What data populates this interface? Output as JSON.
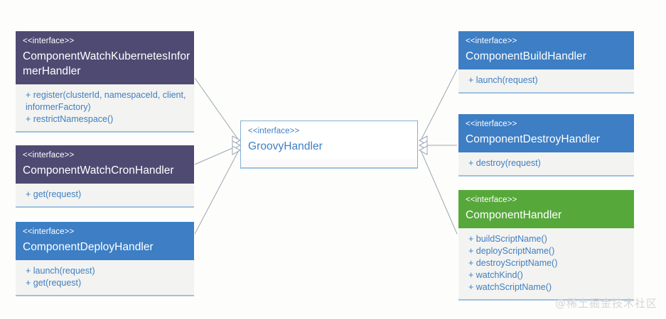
{
  "diagram": {
    "title": "GroovyHandler interface hierarchy",
    "background_color": "#fdfdfb",
    "edge_color": "#9aa6b4",
    "classes": [
      {
        "id": "component-watch-kubernetes-informer-handler",
        "stereotype": "<<interface>>",
        "name": "ComponentWatchKubernetesInfor merHandler",
        "header_color": "#4e4a72",
        "members": [
          "+ register(clusterId, namespaceId, client, informerFactory)",
          "+ restrictNamespace()"
        ]
      },
      {
        "id": "component-watch-cron-handler",
        "stereotype": "<<interface>>",
        "name": "ComponentWatchCronHandler",
        "header_color": "#4e4a72",
        "members": [
          "+ get(request)"
        ]
      },
      {
        "id": "component-deploy-handler",
        "stereotype": "<<interface>>",
        "name": "ComponentDeployHandler",
        "header_color": "#3d7ec4",
        "members": [
          "+ launch(request)",
          "+ get(request)"
        ]
      },
      {
        "id": "groovy-handler",
        "stereotype": "<<interface>>",
        "name": "GroovyHandler",
        "header_color": "#ffffff",
        "members": []
      },
      {
        "id": "component-build-handler",
        "stereotype": "<<interface>>",
        "name": "ComponentBuildHandler",
        "header_color": "#3d7ec4",
        "members": [
          "+ launch(request)"
        ]
      },
      {
        "id": "component-destroy-handler",
        "stereotype": "<<interface>>",
        "name": "ComponentDestroyHandler",
        "header_color": "#3d7ec4",
        "members": [
          "+ destroy(request)"
        ]
      },
      {
        "id": "component-handler",
        "stereotype": "<<interface>>",
        "name": "ComponentHandler",
        "header_color": "#56a83a",
        "members": [
          "+ buildScriptName()",
          "+ deployScriptName()",
          "+ destroyScriptName()",
          "+ watchKind()",
          "+ watchScriptName()"
        ]
      }
    ],
    "relations": [
      {
        "from": "component-watch-kubernetes-informer-handler",
        "to": "groovy-handler",
        "type": "generalization"
      },
      {
        "from": "component-watch-cron-handler",
        "to": "groovy-handler",
        "type": "generalization"
      },
      {
        "from": "component-deploy-handler",
        "to": "groovy-handler",
        "type": "generalization"
      },
      {
        "from": "component-build-handler",
        "to": "groovy-handler",
        "type": "generalization"
      },
      {
        "from": "component-destroy-handler",
        "to": "groovy-handler",
        "type": "generalization"
      },
      {
        "from": "component-handler",
        "to": "groovy-handler",
        "type": "generalization"
      }
    ]
  },
  "watermark": {
    "text": "@稀土掘金技术社区"
  }
}
